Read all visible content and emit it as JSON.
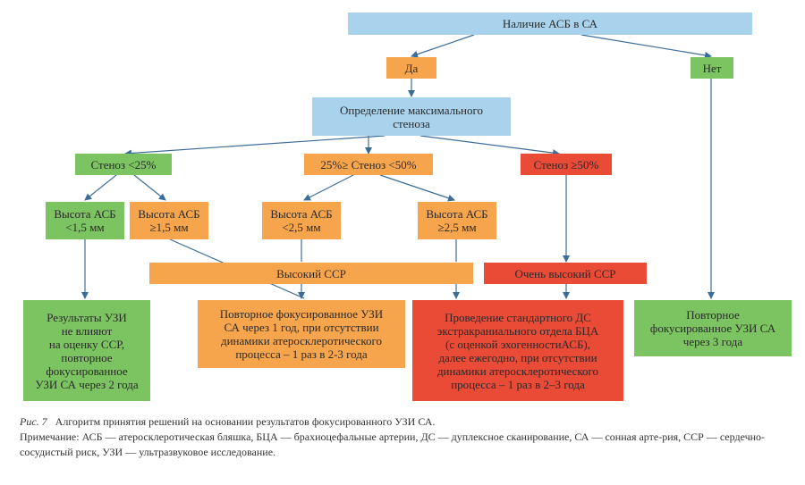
{
  "nodes": {
    "root": "Наличие АСБ в СА",
    "yes": "Да",
    "no": "Нет",
    "max_stenosis": "Определение максимального\nстеноза",
    "sten_lt25": "Стеноз <25%",
    "sten_25_50": "25%≥ Стеноз <50%",
    "sten_ge50": "Стеноз ≥50%",
    "h_lt15": "Высота АСБ\n<1,5 мм",
    "h_ge15": "Высота АСБ\n≥1,5 мм",
    "h_lt25": "Высота АСБ\n<2,5 мм",
    "h_ge25": "Высота АСБ\n≥2,5 мм",
    "high_ssr": "Высокий ССР",
    "very_high_ssr": "Очень высокий ССР",
    "res_no_effect": "Результаты УЗИ\nне влияют\nна оценку ССР,\nповторное\nфокусированное\nУЗИ СА через 2 года",
    "res_repeat_1y": "Повторное фокусированное УЗИ\nСА через 1 год, при отсутствии\nдинамики атеросклеротического\nпроцесса – 1 раз в 2-3 года",
    "res_standard_ds": "Проведение стандартного ДС\nэкстракраниального отдела БЦА\n(с оценкой эхогенностиАСБ),\nдалее ежегодно, при отсутствии\nдинамики атеросклеротического\nпроцесса – 1 раз в 2–3 года",
    "res_repeat_3y": "Повторное\nфокусированное УЗИ СА\nчерез 3 года"
  },
  "caption": {
    "fig_label": "Рис. 7",
    "fig_title": "Алгоритм принятия решений на основании результатов фокусированного УЗИ СА.",
    "note": "Примечание: АСБ — атеросклеротическая бляшка, БЦА — брахиоцефальные артерии, ДС — дуплексное сканирование, СА — сонная арте-рия, ССР — сердечно-сосудистый риск, УЗИ — ультразвуковое исследование."
  },
  "colors": {
    "blue": "#a9d3ec",
    "orange": "#f7a54d",
    "green": "#7cc361",
    "red": "#e94b37",
    "line": "#3b6d99"
  }
}
